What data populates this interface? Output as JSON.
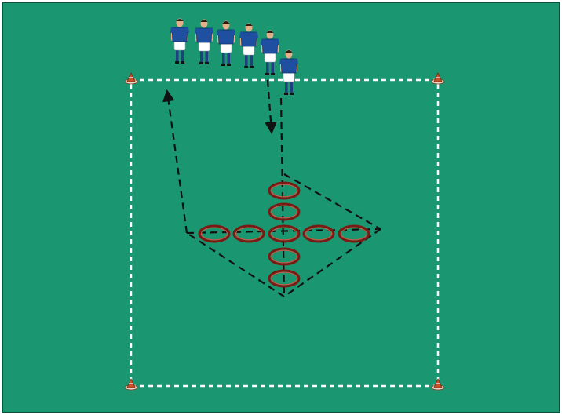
{
  "diagram": {
    "colors": {
      "pitch": "#1a9670",
      "pitch_border": "#0d4f3a",
      "boundary_line": "#ffffff",
      "run_line": "#111111",
      "hoop_outer": "#7a1a14",
      "hoop_inner": "#c85a44",
      "cone": "#c8502a",
      "cone_base": "#e9d8c6",
      "shirt": "#1f4fa0",
      "shorts": "#ffffff",
      "socks": "#1f3f80",
      "skin": "#e6b08a",
      "hair": "#2b1a10"
    },
    "counts": {
      "players": 6,
      "cones": 4,
      "hoops_horizontal": 5,
      "hoops_vertical_extra": 4
    }
  }
}
